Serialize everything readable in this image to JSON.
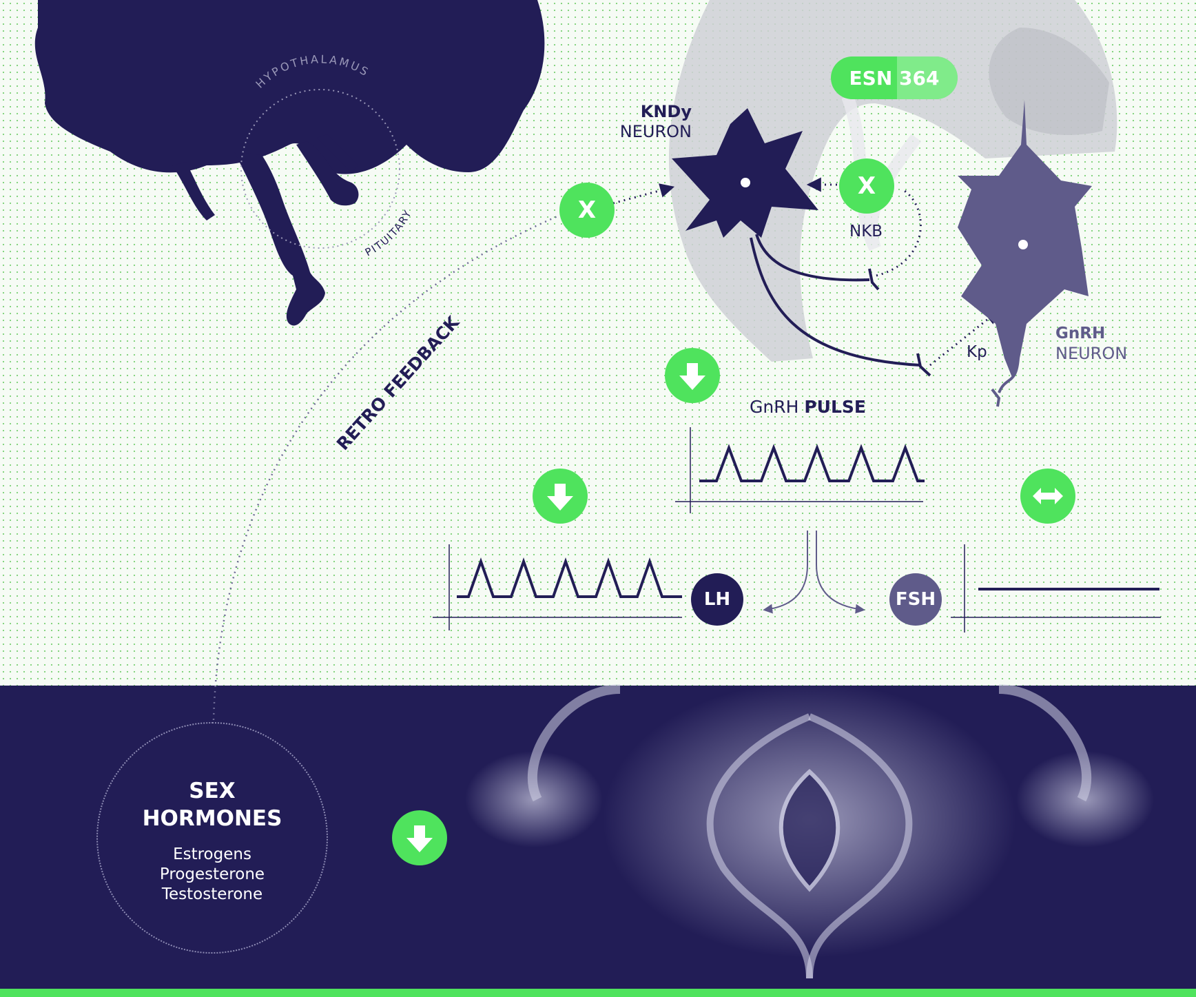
{
  "badge": {
    "esn": "ESN",
    "esn_num": "364"
  },
  "labels": {
    "hypothalamus": "HYPOTHALAMUS",
    "pituitary": "PITUITARY",
    "retro_feedback": "RETRO FEEDBACK",
    "kndy_bold": "KNDy",
    "kndy_neuron": "NEURON",
    "nkb": "NKB",
    "kp": "Kp",
    "gnrh_bold": "GnRH",
    "gnrh_neuron": "NEURON",
    "pulse_prefix": "GnRH",
    "pulse_bold": "PULSE",
    "x1": "X",
    "x2": "X",
    "lh": "LH",
    "fsh": "FSH"
  },
  "sex_hormones": {
    "title_1": "SEX",
    "title_2": "HORMONES",
    "items": [
      "Estrogens",
      "Progesterone",
      "Testosterone"
    ]
  },
  "colors": {
    "navy": "#221d56",
    "green": "#4fe35d",
    "slate": "#5f5b8a",
    "gray": "#d4d4d8"
  },
  "icons": [
    "arrow-down-icon",
    "double-arrow-icon",
    "x-block-icon"
  ]
}
